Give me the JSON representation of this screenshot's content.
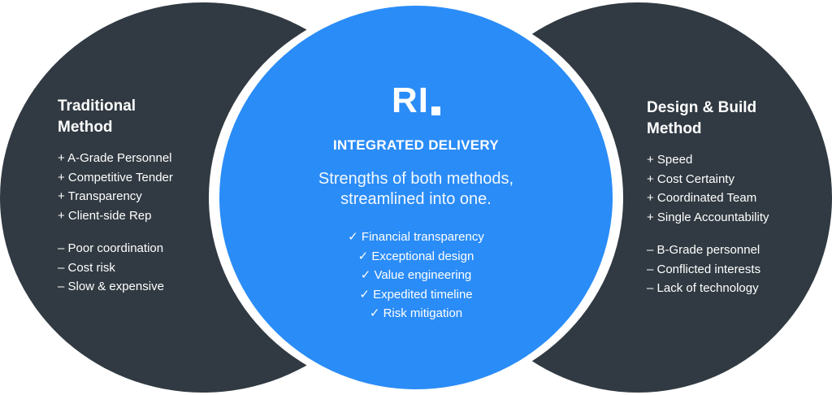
{
  "colors": {
    "dark_circle": "#313a42",
    "center_circle": "#2a8cf7",
    "text": "#ffffff"
  },
  "left": {
    "title_line1": "Traditional",
    "title_line2": "Method",
    "pros": [
      "+ A-Grade Personnel",
      "+ Competitive Tender",
      "+ Transparency",
      "+ Client-side Rep"
    ],
    "cons": [
      "– Poor coordination",
      "– Cost risk",
      "– Slow & expensive"
    ]
  },
  "center": {
    "logo": "RI",
    "title": "INTEGRATED DELIVERY",
    "subtitle_line1": "Strengths of both methods,",
    "subtitle_line2": "streamlined into one.",
    "benefits": [
      "✓ Financial transparency",
      "✓ Exceptional design",
      "✓ Value engineering",
      "✓ Expedited timeline",
      "✓ Risk mitigation"
    ]
  },
  "right": {
    "title_line1": "Design & Build",
    "title_line2": "Method",
    "pros": [
      "+ Speed",
      "+ Cost Certainty",
      "+ Coordinated Team",
      "+ Single Accountability"
    ],
    "cons": [
      "– B-Grade personnel",
      "– Conflicted interests",
      "– Lack of technology"
    ]
  }
}
